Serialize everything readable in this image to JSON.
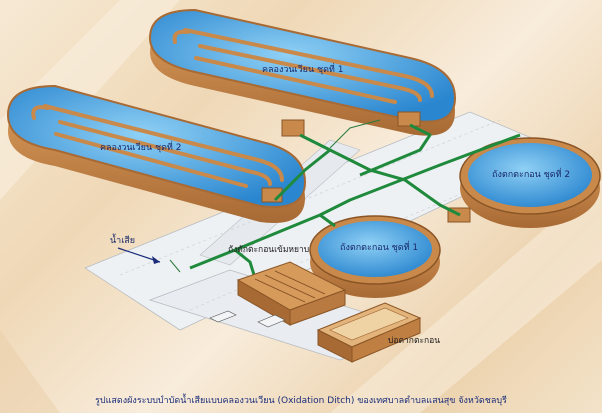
{
  "labels": {
    "ditch_1": "คลองวนเวียน ชุดที่ 1",
    "ditch_2": "คลองวนเวียน ชุดที่ 2",
    "clarifier_1": "ถังตกตะกอน ชุดที่ 1",
    "clarifier_2": "ถังตกตะกอน ชุดที่ 2",
    "grit_chamber": "ถังดักตะกอนเข้มหยาบ",
    "inflow": "น้ำเสีย",
    "sludge_bed": "บ่อตากตะกอน"
  },
  "caption": "รูปแสดงผังระบบบำบัดน้ำเสียแบบคลองวนเวียน (Oxidation Ditch) ของเทศบาลตำบลแสนสุข จังหวัดชลบุรี",
  "colors": {
    "water": "#2f8fd6",
    "water_light": "#7cc4f0",
    "concrete": "#c8894a",
    "concrete_dark": "#9c6330",
    "pipe": "#1f8a3c",
    "ground": "#eef1f4"
  }
}
